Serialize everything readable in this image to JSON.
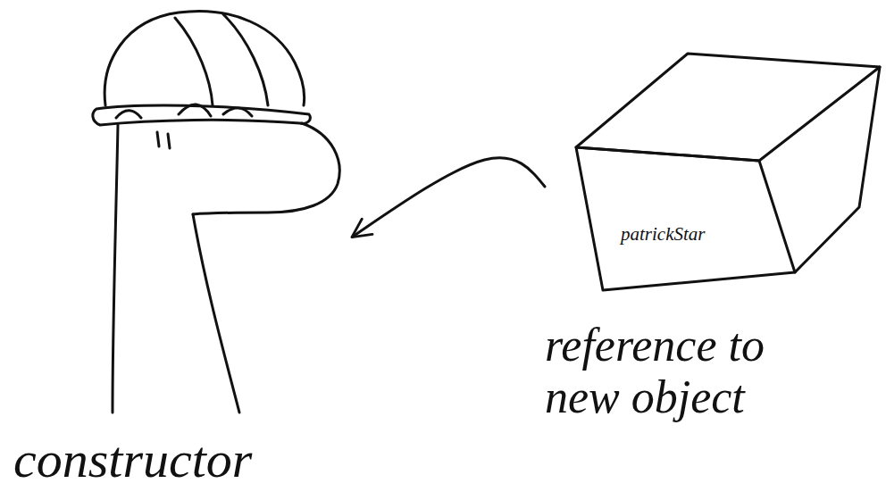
{
  "diagram": {
    "nodes": [
      {
        "text": [
          "constructor"
        ]
      },
      {
        "text": [
          "patrickStar",
          "reference to new object"
        ]
      }
    ],
    "edges": [
      {
        "from": 1,
        "to": 0,
        "arrow": "to"
      }
    ]
  }
}
